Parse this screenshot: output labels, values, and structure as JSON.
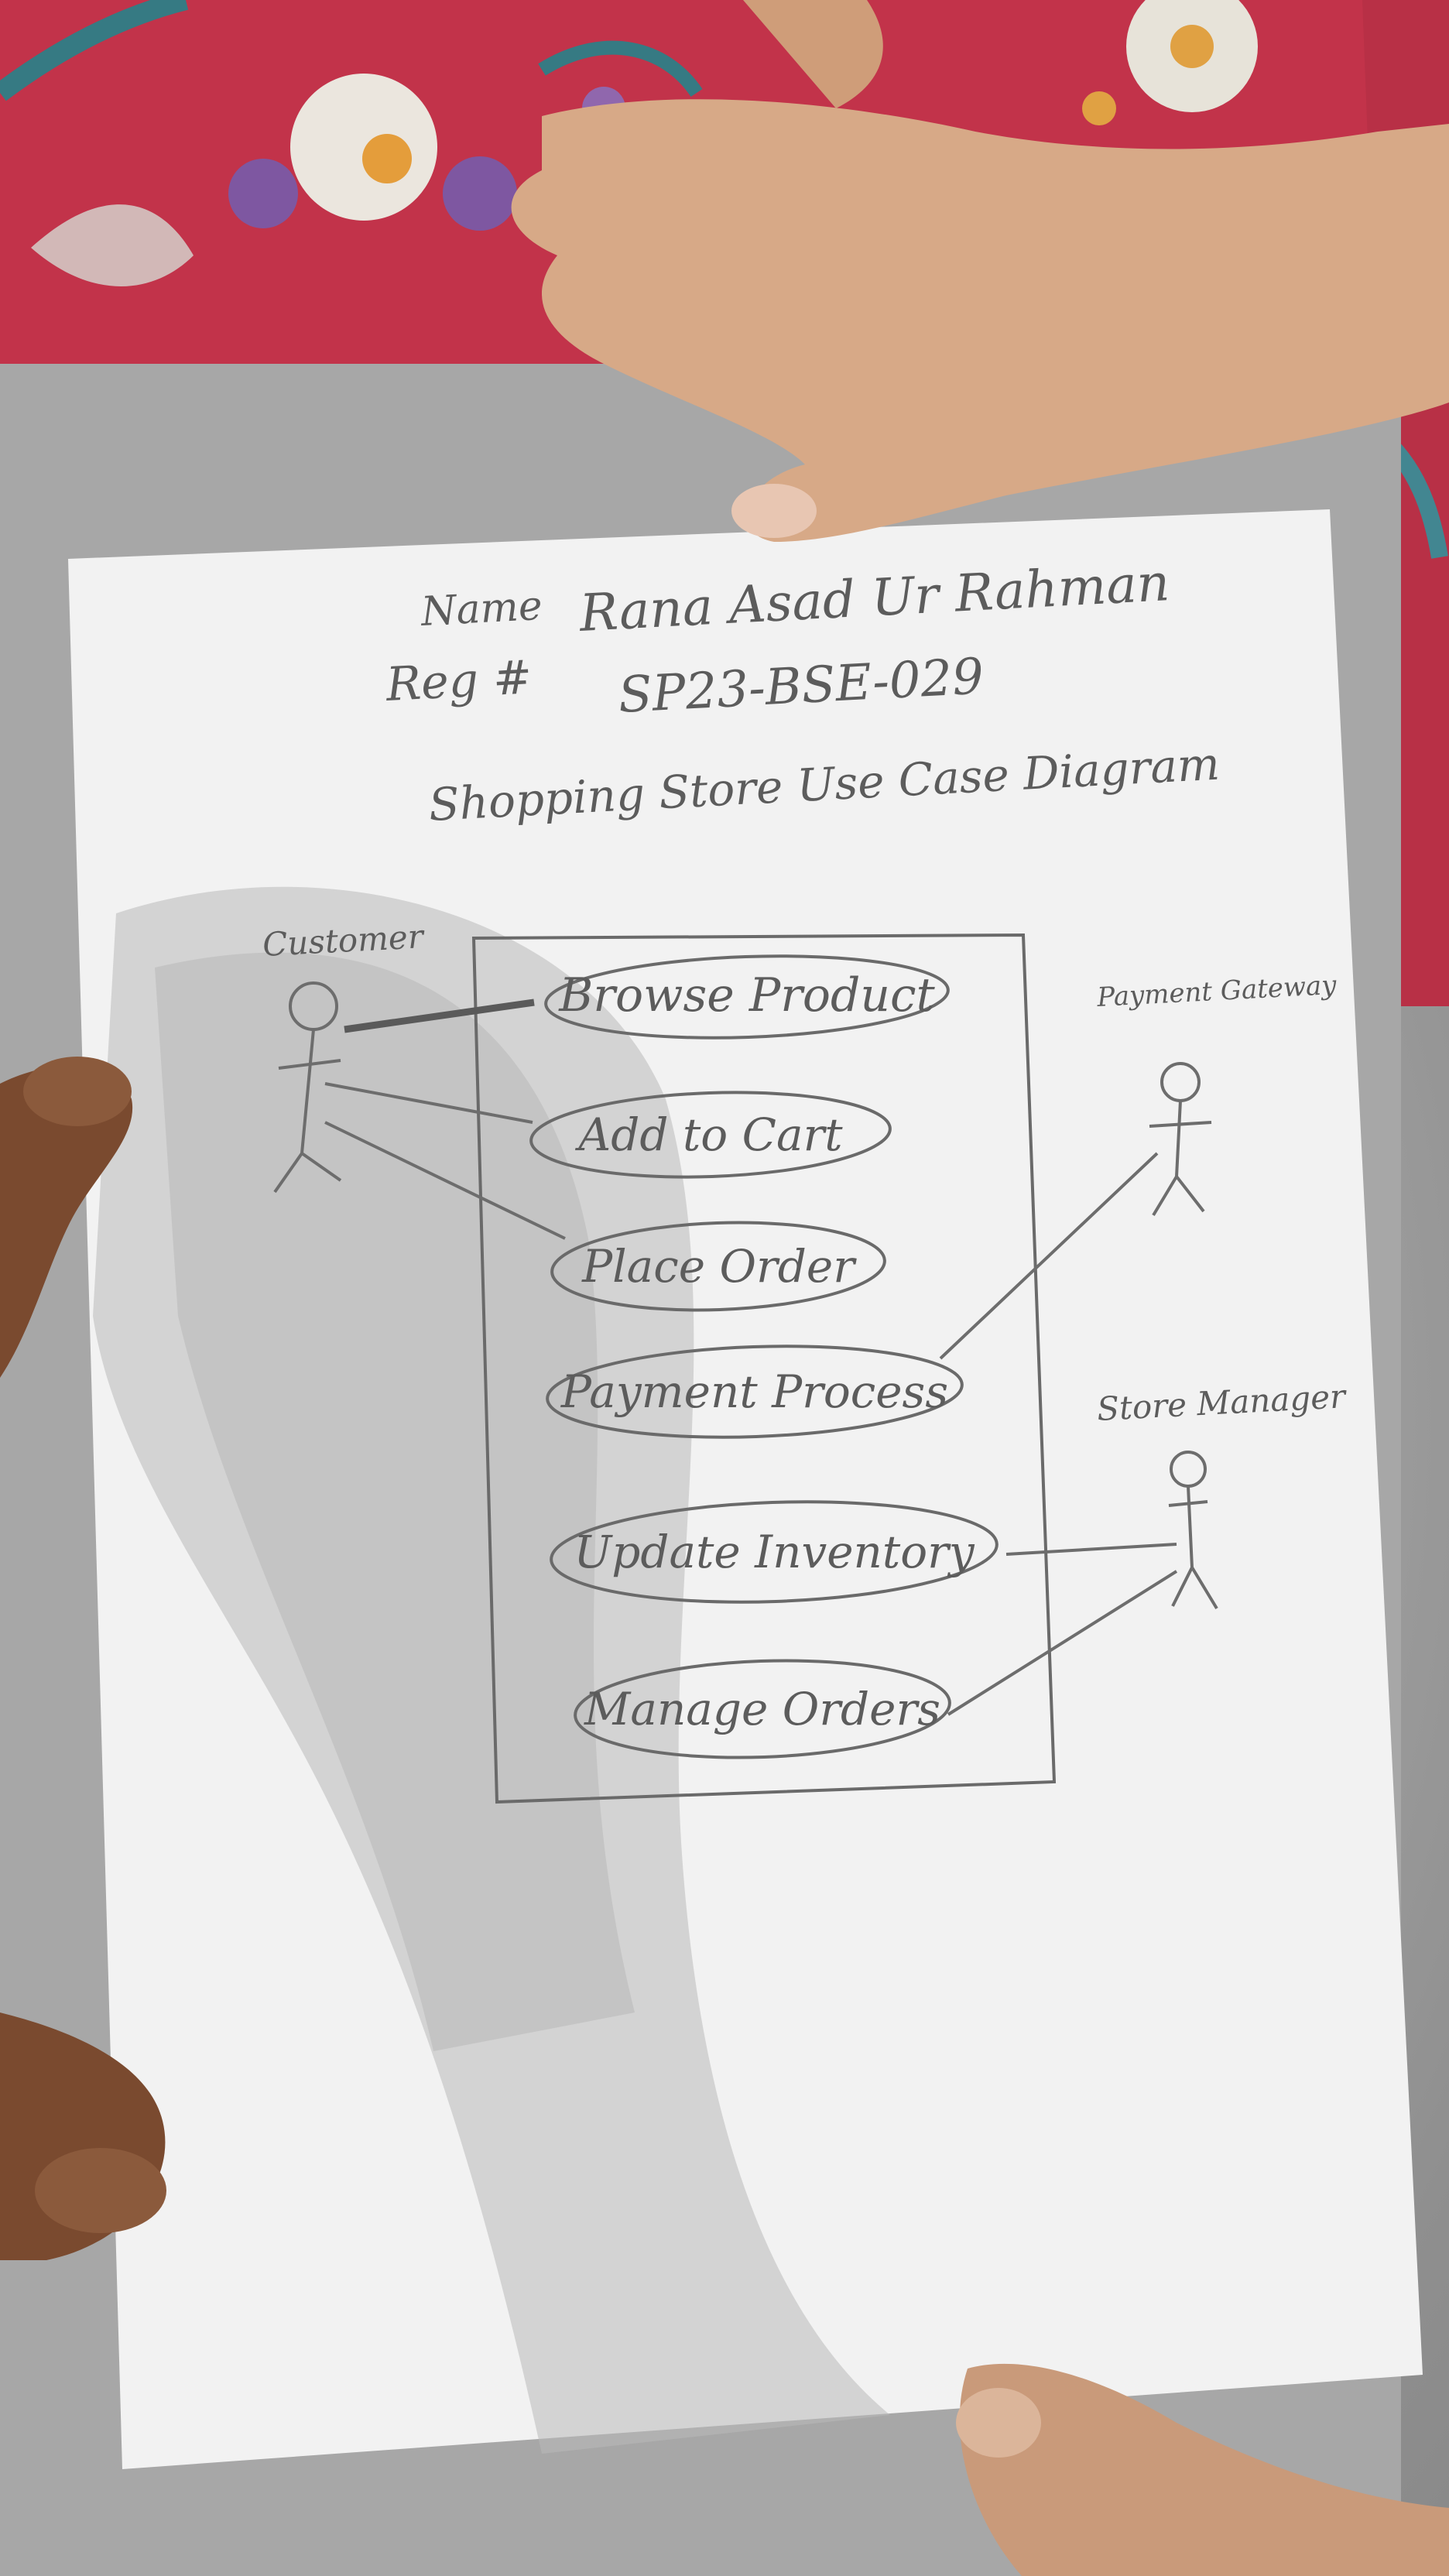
{
  "header": {
    "name_label": "Name",
    "name_value": "Rana Asad Ur Rahman",
    "reg_label": "Reg #",
    "reg_value": "SP23-BSE-029",
    "title": "Shopping Store Use Case Diagram"
  },
  "actors": [
    {
      "id": "customer",
      "label": "Customer"
    },
    {
      "id": "payment-gateway",
      "label": "Payment Gateway"
    },
    {
      "id": "store-manager",
      "label": "Store Manager"
    }
  ],
  "use_cases": [
    {
      "id": "browse-product",
      "label": "Browse Product"
    },
    {
      "id": "add-to-cart",
      "label": "Add to Cart"
    },
    {
      "id": "place-order",
      "label": "Place Order"
    },
    {
      "id": "payment-process",
      "label": "Payment Process"
    },
    {
      "id": "update-inventory",
      "label": "Update Inventory"
    },
    {
      "id": "manage-orders",
      "label": "Manage Orders"
    }
  ],
  "associations": [
    {
      "actor": "customer",
      "use_case": "browse-product"
    },
    {
      "actor": "customer",
      "use_case": "add-to-cart"
    },
    {
      "actor": "customer",
      "use_case": "place-order"
    },
    {
      "actor": "payment-gateway",
      "use_case": "payment-process"
    },
    {
      "actor": "store-manager",
      "use_case": "update-inventory"
    },
    {
      "actor": "store-manager",
      "use_case": "manage-orders"
    }
  ],
  "colors": {
    "tablecloth": "#c2334a",
    "paper": "#f4f4f4",
    "pencil": "#5c5c5c",
    "skin": "#d7a987"
  }
}
